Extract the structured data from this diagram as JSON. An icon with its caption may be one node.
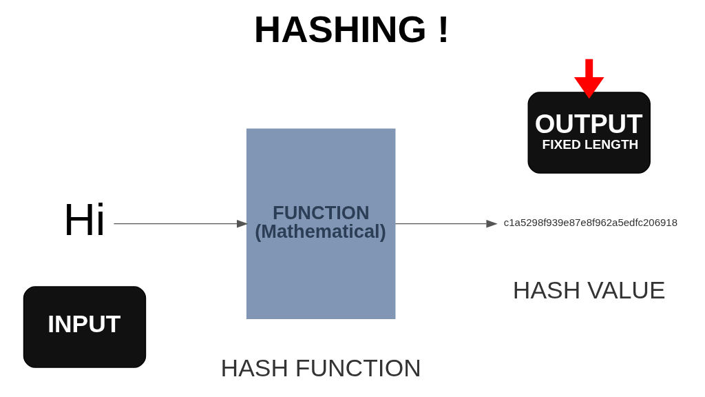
{
  "diagram": {
    "title": "HASHING !",
    "nodes": [
      {
        "text": [
          "INPUT"
        ]
      },
      {
        "text": [
          "Hi"
        ]
      },
      {
        "text": [
          "FUNCTION (Mathematical)"
        ],
        "beside": [
          "HASH FUNCTION"
        ]
      },
      {
        "text": [
          "OUTPUT",
          "FIXED LENGTH"
        ]
      },
      {
        "text": [
          "c1a5298f939e87e8f962a5edfc206918"
        ],
        "beside": [
          "HASH VALUE"
        ]
      }
    ],
    "edges": [
      {
        "from": 1,
        "to": 2,
        "arrow": "to"
      },
      {
        "from": 2,
        "to": 4,
        "arrow": "to"
      },
      {
        "from": null,
        "to": 3,
        "arrow": "to",
        "style": "thick",
        "color": "#ff0000"
      }
    ]
  }
}
